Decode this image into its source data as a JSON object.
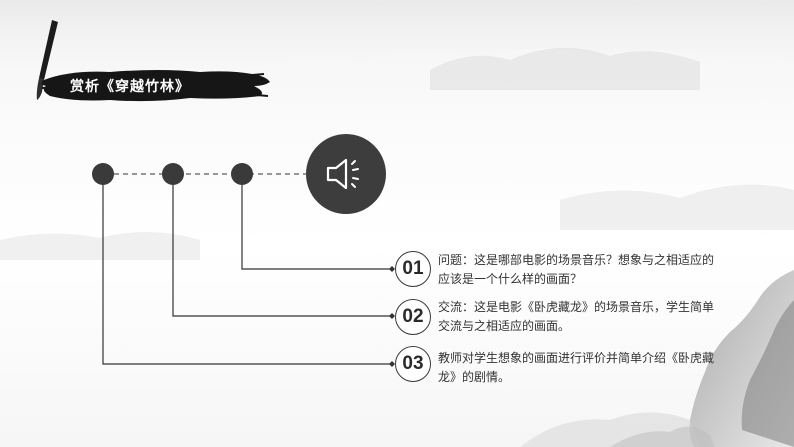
{
  "slide": {
    "title": "赏析《穿越竹林》",
    "audio_icon": "speaker-icon",
    "items": [
      {
        "number": "01",
        "text": "问题：这是哪部电影的场景音乐？想象与之相适应的应该是一个什么样的画面？"
      },
      {
        "number": "02",
        "text": "交流：这是电影《卧虎藏龙》的场景音乐，学生简单交流与之相适应的画面。"
      },
      {
        "number": "03",
        "text": "教师对学生想象的画面进行评价并简单介绍《卧虎藏龙》的剧情。"
      }
    ]
  },
  "colors": {
    "ink": "#333333",
    "dark_circle": "#3d3d3d",
    "title_text": "#ffffff"
  }
}
